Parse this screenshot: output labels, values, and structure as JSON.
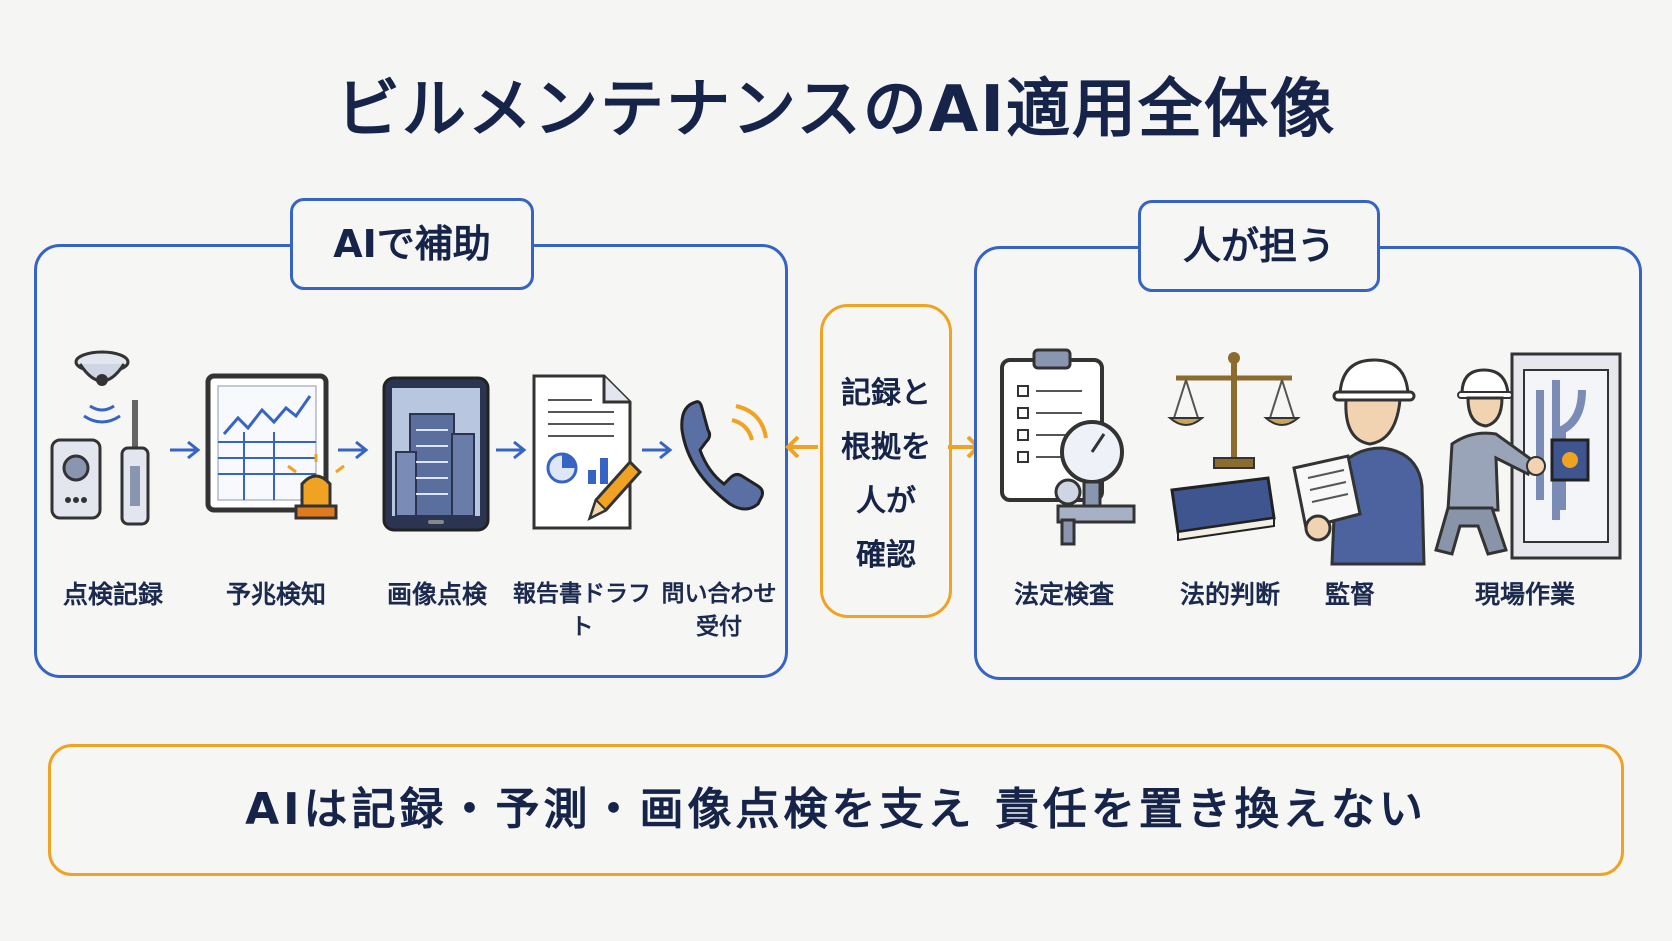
{
  "title": "ビルメンテナンスのAI適用全体像",
  "ai_panel": {
    "label": "AIで補助",
    "items": [
      {
        "label": "点検記録"
      },
      {
        "label": "予兆検知"
      },
      {
        "label": "画像点検"
      },
      {
        "label": "報告書ドラフト"
      },
      {
        "label": "問い合わせ\n受付"
      }
    ]
  },
  "human_panel": {
    "label": "人が担う",
    "items": [
      {
        "label": "法定検査"
      },
      {
        "label": "法的判断"
      },
      {
        "label": "監督"
      },
      {
        "label": "現場作業"
      }
    ]
  },
  "center": {
    "text": "記録と\n根拠を\n人が\n確認"
  },
  "bottom": {
    "text": "AIは記録・予測・画像点検を支え 責任を置き換えない"
  },
  "colors": {
    "blue": "#3564c4",
    "orange": "#f0a323",
    "navy": "#16244a"
  }
}
